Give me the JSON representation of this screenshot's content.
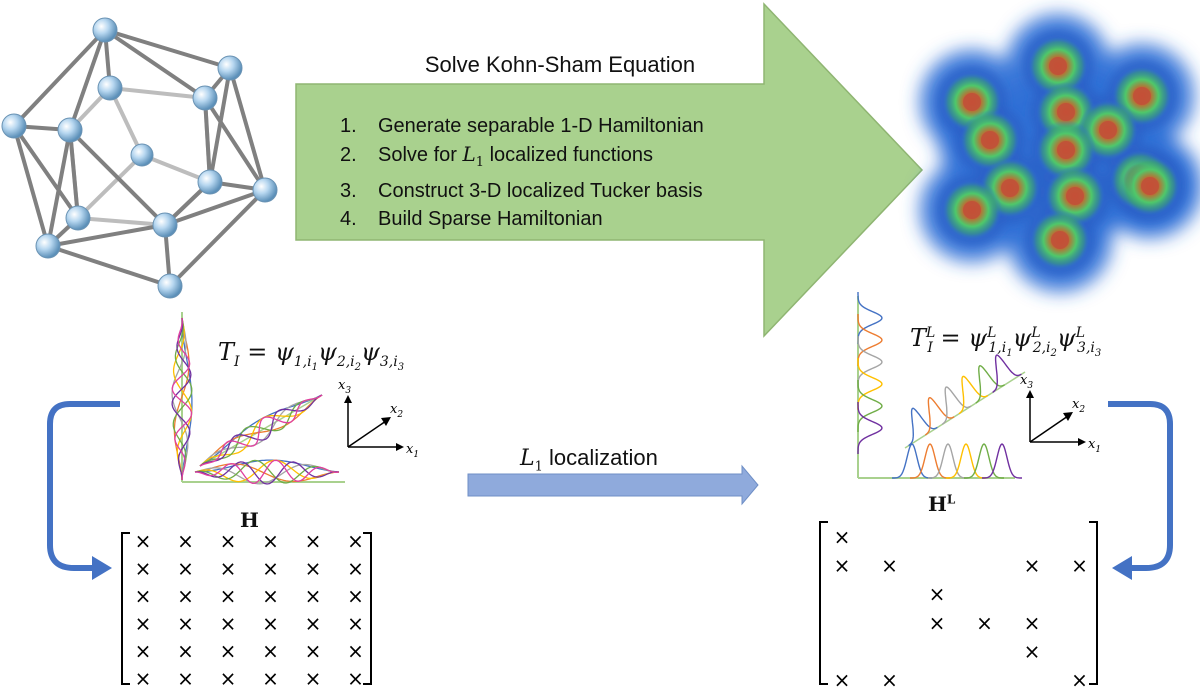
{
  "big_arrow": {
    "title": "Solve Kohn-Sham Equation",
    "steps": [
      {
        "num": "1.",
        "text_before": "Generate separable 1-D Hamiltonian",
        "math": "",
        "math_sub": "",
        "text_after": ""
      },
      {
        "num": "2.",
        "text_before": "Solve for ",
        "math": "L",
        "math_sub": "1",
        "text_after": " localized functions"
      },
      {
        "num": "3.",
        "text_before": "Construct 3-D localized Tucker basis",
        "math": "",
        "math_sub": "",
        "text_after": ""
      },
      {
        "num": "4.",
        "text_before": "Build Sparse Hamiltonian",
        "math": "",
        "math_sub": "",
        "text_after": ""
      }
    ],
    "color": "#a9d18e"
  },
  "localization_arrow": {
    "label_math": "L",
    "label_sub": "1",
    "label_text": " localization",
    "color": "#8faadc"
  },
  "left_equation": {
    "lhs": "T",
    "lhs_sub": "I",
    "rhs": [
      {
        "sym": "ψ",
        "sub": "1,i",
        "subsub": "1"
      },
      {
        "sym": "ψ",
        "sub": "2,i",
        "subsub": "2"
      },
      {
        "sym": "ψ",
        "sub": "3,i",
        "subsub": "3"
      }
    ]
  },
  "right_equation": {
    "lhs": "T",
    "lhs_sup": "L",
    "lhs_sub": "I",
    "rhs": [
      {
        "sym": "ψ",
        "sup": "L",
        "sub": "1,i",
        "subsub": "1"
      },
      {
        "sym": "ψ",
        "sup": "L",
        "sub": "2,i",
        "subsub": "2"
      },
      {
        "sym": "ψ",
        "sup": "L",
        "sub": "3,i",
        "subsub": "3"
      }
    ]
  },
  "axes_labels": {
    "x1": "x",
    "x1_sub": "1",
    "x2": "x",
    "x2_sub": "2",
    "x3": "x",
    "x3_sub": "3"
  },
  "dense_matrix": {
    "label": "H",
    "mark": "×",
    "pattern": [
      [
        1,
        1,
        1,
        1,
        1,
        1
      ],
      [
        1,
        1,
        1,
        1,
        1,
        1
      ],
      [
        1,
        1,
        1,
        1,
        1,
        1
      ],
      [
        1,
        1,
        1,
        1,
        1,
        1
      ],
      [
        1,
        1,
        1,
        1,
        1,
        1
      ],
      [
        1,
        1,
        1,
        1,
        1,
        1
      ]
    ]
  },
  "sparse_matrix": {
    "label": "H",
    "label_sup": "L",
    "mark": "×",
    "pattern": [
      [
        1,
        0,
        0,
        0,
        0,
        0
      ],
      [
        1,
        1,
        0,
        0,
        1,
        1
      ],
      [
        0,
        0,
        1,
        0,
        0,
        0
      ],
      [
        0,
        0,
        1,
        1,
        1,
        0
      ],
      [
        0,
        0,
        0,
        0,
        1,
        0
      ],
      [
        1,
        1,
        0,
        0,
        0,
        1
      ]
    ]
  },
  "curve_colors": [
    "#4472c4",
    "#ed7d31",
    "#a5a5a5",
    "#ffc000",
    "#70ad47",
    "#7030a0",
    "#e040a0"
  ],
  "atom_color": "#9dc3e6",
  "bond_color": "#808080",
  "density_colors": {
    "outer": "#2f6fd6",
    "mid": "#3fbf6a",
    "inner": "#c0503a"
  }
}
